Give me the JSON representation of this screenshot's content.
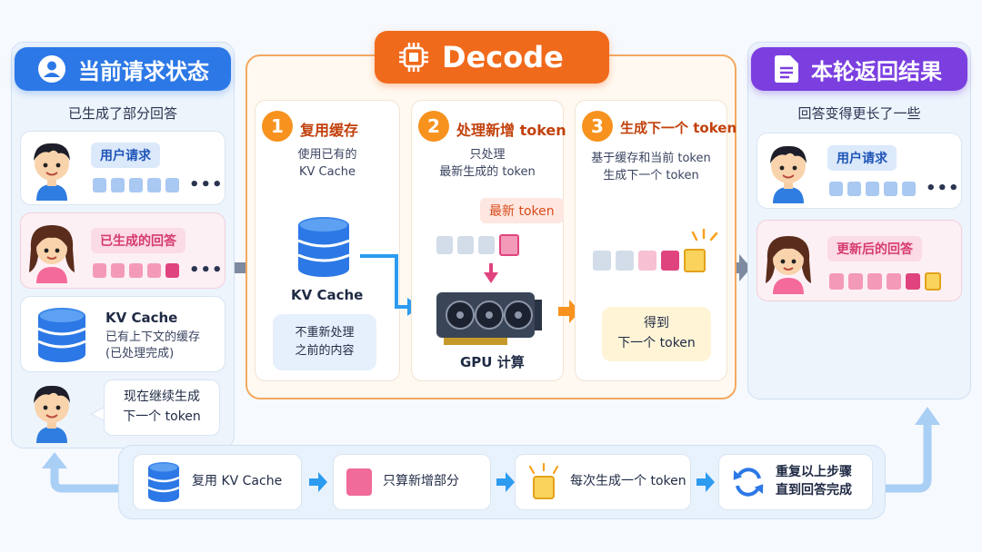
{
  "left": {
    "title": "当前请求状态",
    "subtitle": "已生成了部分回答",
    "user_request": "用户请求",
    "generated_answer": "已生成的回答",
    "kv_title": "KV Cache",
    "kv_desc": "已有上下文的缓存\n(已处理完成)",
    "speech": "现在继续生成\n下一个 token",
    "dots": "•••"
  },
  "decode": {
    "title": "Decode",
    "steps": [
      {
        "num": "1",
        "title": "复用缓存",
        "desc": "使用已有的\nKV Cache"
      },
      {
        "num": "2",
        "title": "处理新增 token",
        "desc": "只处理\n最新生成的 token"
      },
      {
        "num": "3",
        "title": "生成下一个 token",
        "desc": "基于缓存和当前 token\n生成下一个 token"
      }
    ],
    "kv_label": "KV Cache",
    "kv_note": "不重新处理\n之前的内容",
    "latest_token": "最新 token",
    "gpu_label": "GPU 计算",
    "next_token_note": "得到\n下一个 token"
  },
  "right": {
    "title": "本轮返回结果",
    "subtitle": "回答变得更长了一些",
    "user_request": "用户请求",
    "updated_answer": "更新后的回答",
    "dots": "•••"
  },
  "bottom": {
    "steps": [
      {
        "label": "复用 KV Cache",
        "icon": "database-icon"
      },
      {
        "label": "只算新增部分",
        "icon": "pink-block-icon"
      },
      {
        "label": "每次生成一个 token",
        "icon": "sparkle-block-icon"
      },
      {
        "label": "重复以上步骤\n直到回答完成",
        "icon": "refresh-icon"
      }
    ]
  },
  "colors": {
    "blue": "#2c78e6",
    "orange": "#f06a1b",
    "purple": "#7b3fe0",
    "block_blue": "#a9c8f2",
    "block_pink": "#f49ab9",
    "block_pink_dark": "#e0447e",
    "block_yellow": "#f9d35c",
    "block_grey": "#d2dde9"
  }
}
